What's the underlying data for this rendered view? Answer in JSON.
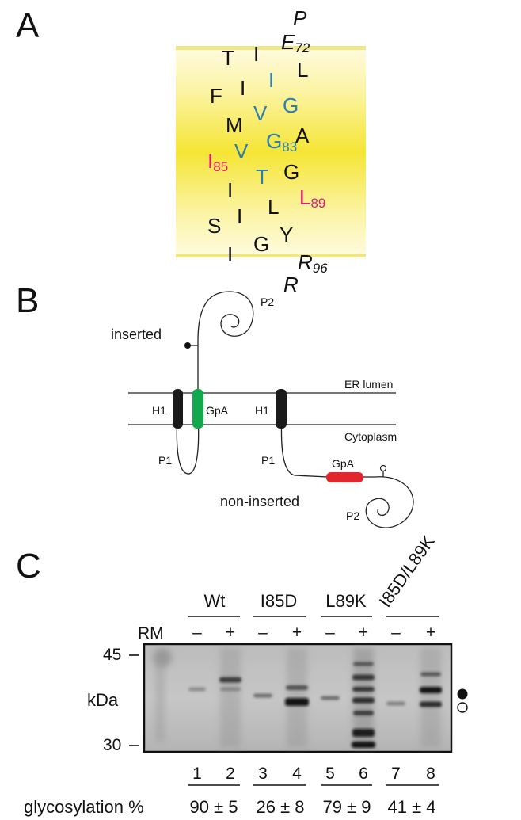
{
  "panels": {
    "a": {
      "label": "A"
    },
    "b": {
      "label": "B"
    },
    "c": {
      "label": "C"
    }
  },
  "helix": {
    "residues": [
      {
        "id": "p",
        "text": "P",
        "sub": "",
        "style": "italic",
        "color": "black"
      },
      {
        "id": "e72",
        "text": "E",
        "sub": "72",
        "style": "italic",
        "color": "black"
      },
      {
        "id": "t",
        "text": "T",
        "sub": "",
        "style": "normal",
        "color": "black"
      },
      {
        "id": "i-top",
        "text": "I",
        "sub": "",
        "style": "normal",
        "color": "black"
      },
      {
        "id": "l-top",
        "text": "L",
        "sub": "",
        "style": "normal",
        "color": "black"
      },
      {
        "id": "i-blue",
        "text": "I",
        "sub": "",
        "style": "normal",
        "color": "blue"
      },
      {
        "id": "f",
        "text": "F",
        "sub": "",
        "style": "normal",
        "color": "black"
      },
      {
        "id": "i-2",
        "text": "I",
        "sub": "",
        "style": "normal",
        "color": "black"
      },
      {
        "id": "g-blue",
        "text": "G",
        "sub": "",
        "style": "normal",
        "color": "blue"
      },
      {
        "id": "v-1",
        "text": "V",
        "sub": "",
        "style": "normal",
        "color": "blue"
      },
      {
        "id": "m",
        "text": "M",
        "sub": "",
        "style": "normal",
        "color": "black"
      },
      {
        "id": "a",
        "text": "A",
        "sub": "",
        "style": "normal",
        "color": "black"
      },
      {
        "id": "g83",
        "text": "G",
        "sub": "83",
        "style": "normal",
        "color": "blue"
      },
      {
        "id": "v-2",
        "text": "V",
        "sub": "",
        "style": "normal",
        "color": "blue"
      },
      {
        "id": "i85",
        "text": "I",
        "sub": "85",
        "style": "normal",
        "color": "pink"
      },
      {
        "id": "g-2",
        "text": "G",
        "sub": "",
        "style": "normal",
        "color": "black"
      },
      {
        "id": "t-blue",
        "text": "T",
        "sub": "",
        "style": "normal",
        "color": "blue"
      },
      {
        "id": "i-3",
        "text": "I",
        "sub": "",
        "style": "normal",
        "color": "black"
      },
      {
        "id": "l89",
        "text": "L",
        "sub": "89",
        "style": "normal",
        "color": "pink"
      },
      {
        "id": "l-2",
        "text": "L",
        "sub": "",
        "style": "normal",
        "color": "black"
      },
      {
        "id": "i-4",
        "text": "I",
        "sub": "",
        "style": "normal",
        "color": "black"
      },
      {
        "id": "s",
        "text": "S",
        "sub": "",
        "style": "normal",
        "color": "black"
      },
      {
        "id": "y",
        "text": "Y",
        "sub": "",
        "style": "normal",
        "color": "black"
      },
      {
        "id": "g-3",
        "text": "G",
        "sub": "",
        "style": "normal",
        "color": "black"
      },
      {
        "id": "i-5",
        "text": "I",
        "sub": "",
        "style": "normal",
        "color": "black"
      },
      {
        "id": "r96",
        "text": "R",
        "sub": "96",
        "style": "italic",
        "color": "black"
      },
      {
        "id": "r",
        "text": "R",
        "sub": "",
        "style": "italic",
        "color": "black"
      }
    ]
  },
  "topology": {
    "inserted": "inserted",
    "non_inserted": "non-inserted",
    "er_lumen": "ER lumen",
    "cytoplasm": "Cytoplasm",
    "h1_left": "H1",
    "h1_right": "H1",
    "gpa_inserted": "GpA",
    "gpa_non_inserted": "GpA",
    "p1_left": "P1",
    "p1_right": "P1",
    "p2_top": "P2",
    "p2_bottom": "P2"
  },
  "gel": {
    "groups": [
      "Wt",
      "I85D",
      "L89K",
      "I85D/L89K"
    ],
    "rm_label": "RM",
    "rm_marks": [
      "–",
      "+",
      "–",
      "+",
      "–",
      "+",
      "–",
      "+"
    ],
    "size_markers": [
      "45",
      "kDa",
      "30"
    ],
    "lane_numbers": [
      "1",
      "2",
      "3",
      "4",
      "5",
      "6",
      "7",
      "8"
    ],
    "glycosylation_label": "glycosylation %",
    "glycosylation_values": [
      "90 ± 5",
      "26 ± 8",
      "79 ± 9",
      "41 ± 4"
    ],
    "colors": {
      "membrane": "#f5e534",
      "gpa_inserted": "#13a84b",
      "gpa_non_inserted": "#e3262d",
      "blue": "#2c7fb0",
      "pink": "#e0197a"
    }
  }
}
